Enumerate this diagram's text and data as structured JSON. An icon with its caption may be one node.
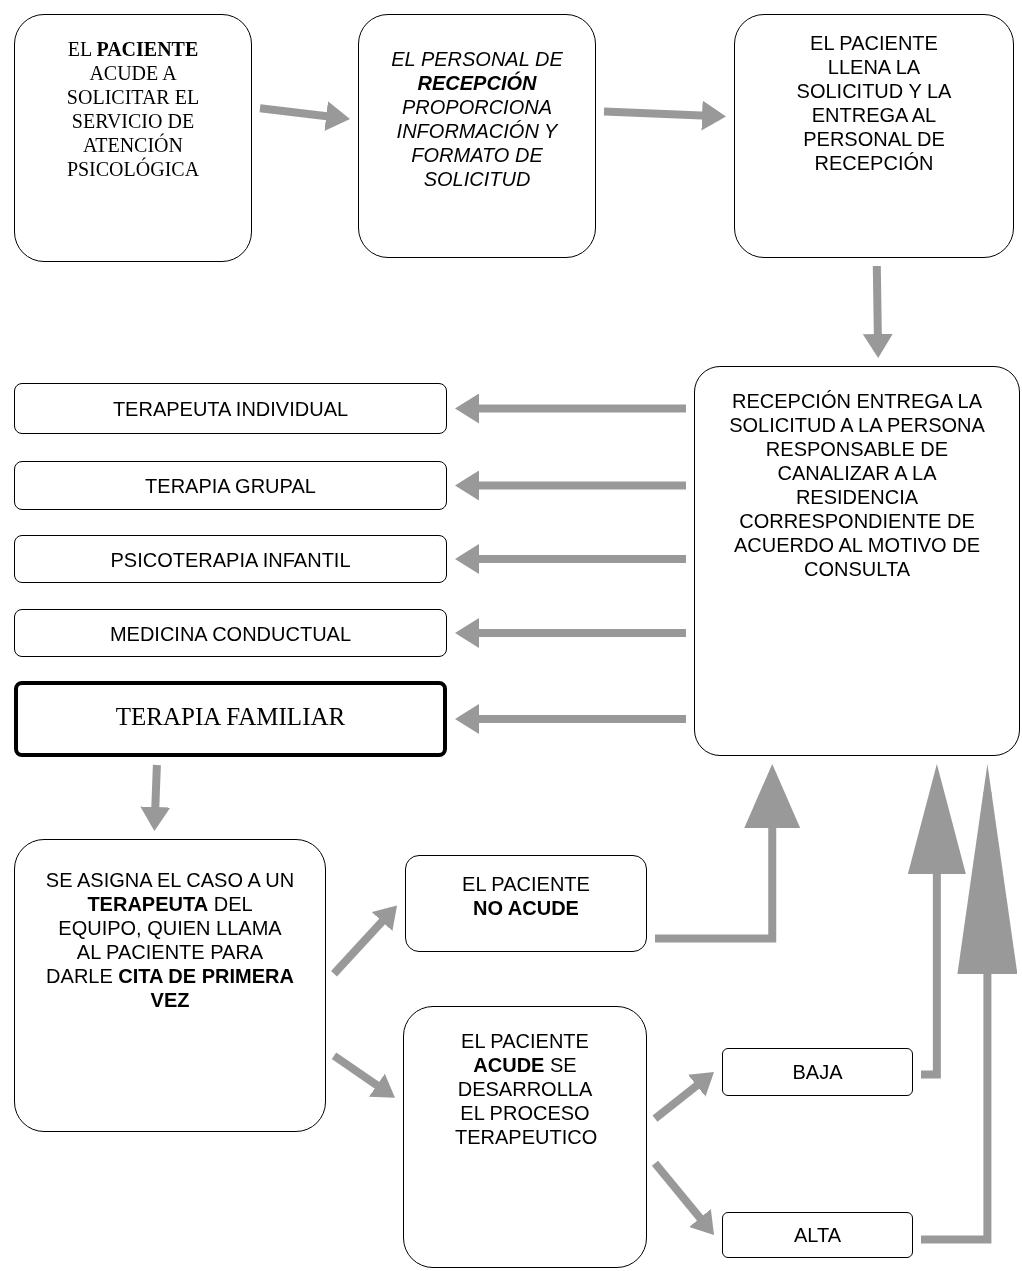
{
  "diagram": {
    "nodes": [
      {
        "text": [
          "EL **PACIENTE** ACUDE A SOLICITAR EL SERVICIO DE ATENCIÓN PSICOLÓGICA"
        ]
      },
      {
        "text": [
          "EL PERSONAL DE **RECEPCIÓN** PROPORCIONA INFORMACIÓN Y FORMATO DE SOLICITUD"
        ]
      },
      {
        "text": [
          "EL PACIENTE LLENA LA SOLICITUD Y LA ENTREGA AL PERSONAL DE RECEPCIÓN"
        ]
      },
      {
        "text": [
          "RECEPCIÓN ENTREGA LA SOLICITUD A LA PERSONA RESPONSABLE DE CANALIZAR A LA RESIDENCIA CORRESPONDIENTE DE ACUERDO AL MOTIVO DE CONSULTA"
        ]
      },
      {
        "text": [
          "TERAPEUTA INDIVIDUAL"
        ]
      },
      {
        "text": [
          "TERAPIA GRUPAL"
        ]
      },
      {
        "text": [
          "PSICOTERAPIA INFANTIL"
        ]
      },
      {
        "text": [
          "MEDICINA CONDUCTUAL"
        ]
      },
      {
        "text": [
          "TERAPIA FAMILIAR"
        ]
      },
      {
        "text": [
          "SE ASIGNA EL CASO A UN **TERAPEUTA** DEL EQUIPO, QUIEN LLAMA AL PACIENTE PARA DARLE **CITA DE PRIMERA VEZ**"
        ]
      },
      {
        "text": [
          "EL PACIENTE **NO ACUDE**"
        ]
      },
      {
        "text": [
          "EL PACIENTE **ACUDE** SE DESARROLLA EL PROCESO TERAPEUTICO"
        ]
      },
      {
        "text": [
          "BAJA"
        ]
      },
      {
        "text": [
          "ALTA"
        ]
      }
    ],
    "edges": [
      {
        "from": 0,
        "to": 1,
        "arrow": "to"
      },
      {
        "from": 1,
        "to": 2,
        "arrow": "to"
      },
      {
        "from": 2,
        "to": 3,
        "arrow": "to"
      },
      {
        "from": 3,
        "to": 4,
        "arrow": "to"
      },
      {
        "from": 3,
        "to": 5,
        "arrow": "to"
      },
      {
        "from": 3,
        "to": 6,
        "arrow": "to"
      },
      {
        "from": 3,
        "to": 7,
        "arrow": "to"
      },
      {
        "from": 3,
        "to": 8,
        "arrow": "to"
      },
      {
        "from": 8,
        "to": 9,
        "arrow": "to"
      },
      {
        "from": 9,
        "to": 10,
        "arrow": "to"
      },
      {
        "from": 9,
        "to": 11,
        "arrow": "to"
      },
      {
        "from": 10,
        "to": 3,
        "arrow": "to"
      },
      {
        "from": 11,
        "to": 12,
        "arrow": "to"
      },
      {
        "from": 11,
        "to": 13,
        "arrow": "to"
      },
      {
        "from": 12,
        "to": 3,
        "arrow": "to"
      },
      {
        "from": 13,
        "to": 3,
        "arrow": "to"
      }
    ]
  }
}
